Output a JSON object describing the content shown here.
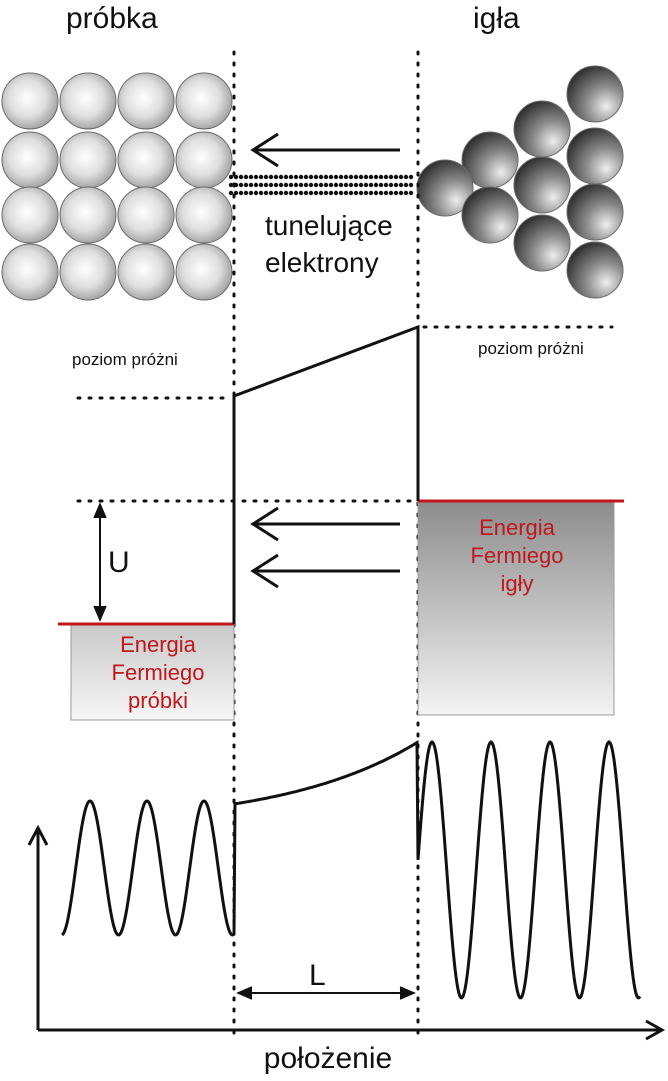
{
  "labels": {
    "sample": "próbka",
    "tip": "igła",
    "tunneling_line1": "tunelujące",
    "tunneling_line2": "elektrony",
    "vacuum_left": "poziom próżni",
    "vacuum_right": "poziom próżni",
    "voltage": "U",
    "fermi_tip_1": "Energia",
    "fermi_tip_2": "Fermiego",
    "fermi_tip_3": "igły",
    "fermi_sample_1": "Energia",
    "fermi_sample_2": "Fermiego",
    "fermi_sample_3": "próbki",
    "gap": "L",
    "x_axis": "położenie"
  },
  "colors": {
    "fermi_line": "#c0171c",
    "fermi_text": "#c0171c",
    "sample_atom": "#d9d9d9",
    "tip_atom": "#5a5a5a"
  }
}
